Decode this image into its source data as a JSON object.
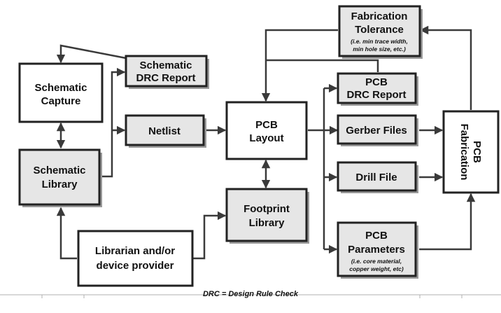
{
  "nodes": {
    "schematic_capture": {
      "lines": [
        "Schematic",
        "Capture"
      ]
    },
    "schematic_drc_report": {
      "lines": [
        "Schematic",
        "DRC Report"
      ]
    },
    "netlist": {
      "lines": [
        "Netlist"
      ]
    },
    "schematic_library": {
      "lines": [
        "Schematic",
        "Library"
      ]
    },
    "librarian": {
      "lines": [
        "Librarian and/or",
        "device provider"
      ]
    },
    "pcb_layout": {
      "lines": [
        "PCB",
        "Layout"
      ]
    },
    "footprint_library": {
      "lines": [
        "Footprint",
        "Library"
      ]
    },
    "fabrication_tolerance": {
      "lines": [
        "Fabrication",
        "Tolerance"
      ],
      "note": [
        "(i.e. min trace width,",
        "min hole size, etc.)"
      ]
    },
    "pcb_drc_report": {
      "lines": [
        "PCB",
        "DRC Report"
      ]
    },
    "gerber_files": {
      "lines": [
        "Gerber Files"
      ]
    },
    "drill_file": {
      "lines": [
        "Drill File"
      ]
    },
    "pcb_parameters": {
      "lines": [
        "PCB",
        "Parameters"
      ],
      "note": [
        "(i.e. core material,",
        "copper weight, etc)"
      ]
    },
    "pcb_fabrication": {
      "lines": [
        "PCB",
        "Fabrication"
      ]
    }
  },
  "footnote": "DRC = Design Rule Check"
}
